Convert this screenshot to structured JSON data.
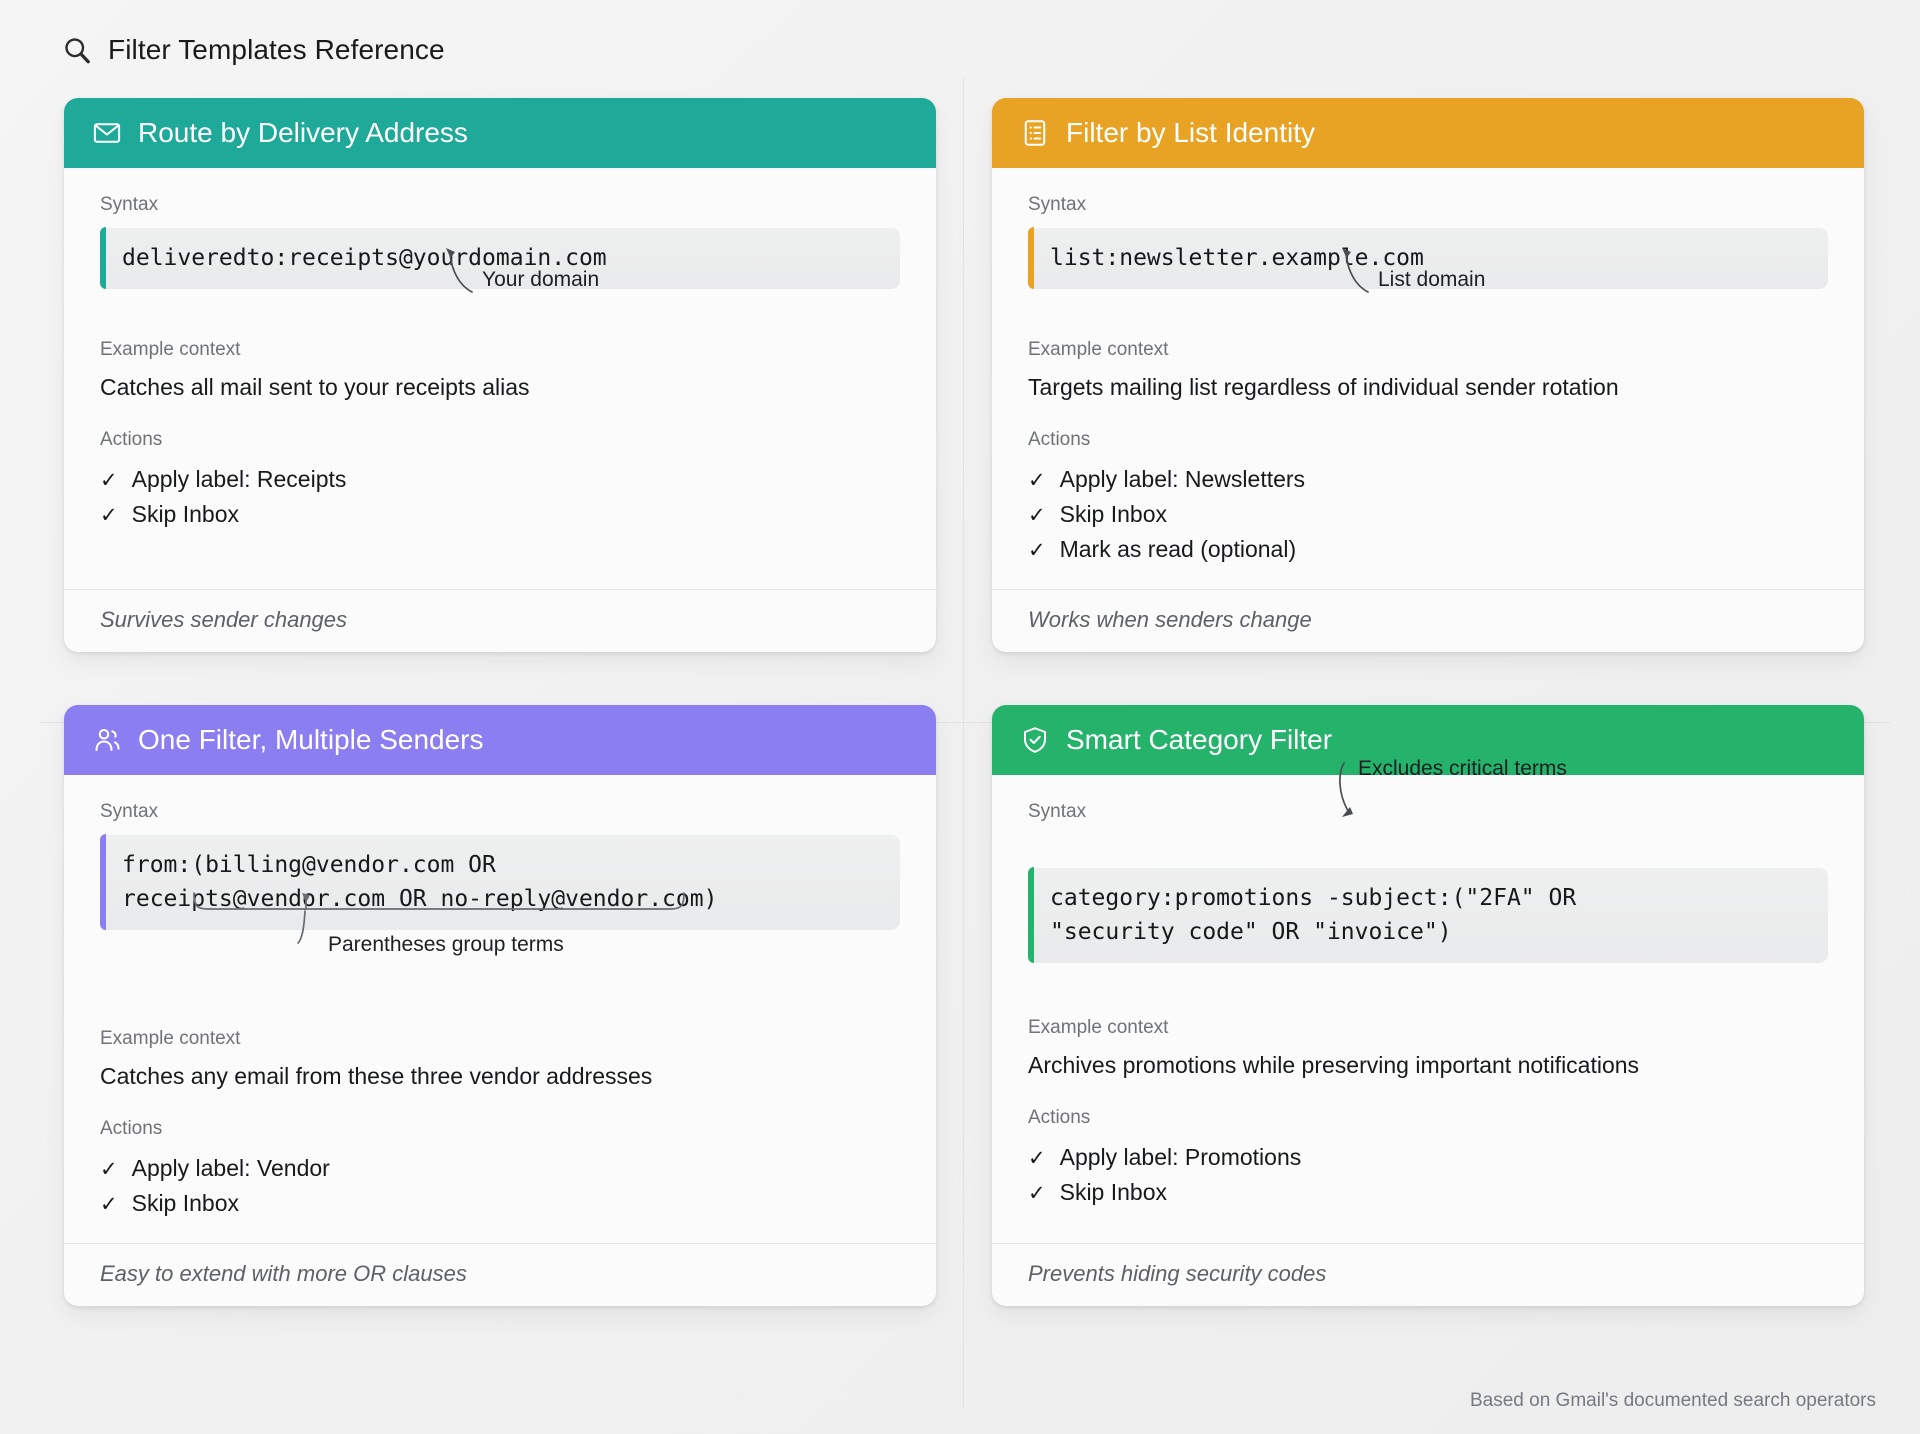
{
  "header": {
    "icon": "search-icon",
    "title": "Filter Templates Reference"
  },
  "labels": {
    "syntax": "Syntax",
    "example_context": "Example context",
    "actions": "Actions",
    "check_glyph": "✓"
  },
  "colors": {
    "card1_accent": "#1fa999",
    "card2_accent": "#e8a324",
    "card3_accent": "#8b7ef0",
    "card4_accent": "#25b36c",
    "page_background": "#f2f2f2",
    "card_background": "#fbfbfb",
    "syntax_background": "#ecedee",
    "muted_text": "#6f7276",
    "body_text": "#17191b"
  },
  "cards": [
    {
      "id": "route-by-delivery-address",
      "icon": "envelope-icon",
      "title": "Route by Delivery Address",
      "accent": "#1fa999",
      "syntax": "deliveredto:receipts@yourdomain.com",
      "annotation": "Your domain",
      "example_context": "Catches all mail sent to your receipts alias",
      "actions": [
        "Apply label: Receipts",
        "Skip Inbox"
      ],
      "footer": "Survives sender changes"
    },
    {
      "id": "filter-by-list-identity",
      "icon": "list-document-icon",
      "title": "Filter by List Identity",
      "accent": "#e8a324",
      "syntax": "list:newsletter.example.com",
      "annotation": "List domain",
      "example_context": "Targets mailing list regardless of individual sender rotation",
      "actions": [
        "Apply label: Newsletters",
        "Skip Inbox",
        "Mark as read (optional)"
      ],
      "footer": "Works when senders change"
    },
    {
      "id": "one-filter-multiple-senders",
      "icon": "users-icon",
      "title": "One Filter, Multiple Senders",
      "accent": "#8b7ef0",
      "syntax": "from:(billing@vendor.com OR\nreceipts@vendor.com OR no-reply@vendor.com)",
      "annotation": "Parentheses group terms",
      "example_context": "Catches any email from these three vendor addresses",
      "actions": [
        "Apply label: Vendor",
        "Skip Inbox"
      ],
      "footer": "Easy to extend with more OR clauses"
    },
    {
      "id": "smart-category-filter",
      "icon": "shield-check-icon",
      "title": "Smart Category Filter",
      "accent": "#25b36c",
      "syntax": "category:promotions -subject:(\"2FA\" OR\n\"security code\" OR \"invoice\")",
      "annotation": "Excludes critical terms",
      "example_context": "Archives promotions while preserving important notifications",
      "actions": [
        "Apply label: Promotions",
        "Skip Inbox"
      ],
      "footer": "Prevents hiding security codes"
    }
  ],
  "caption": "Based on Gmail's documented search operators"
}
